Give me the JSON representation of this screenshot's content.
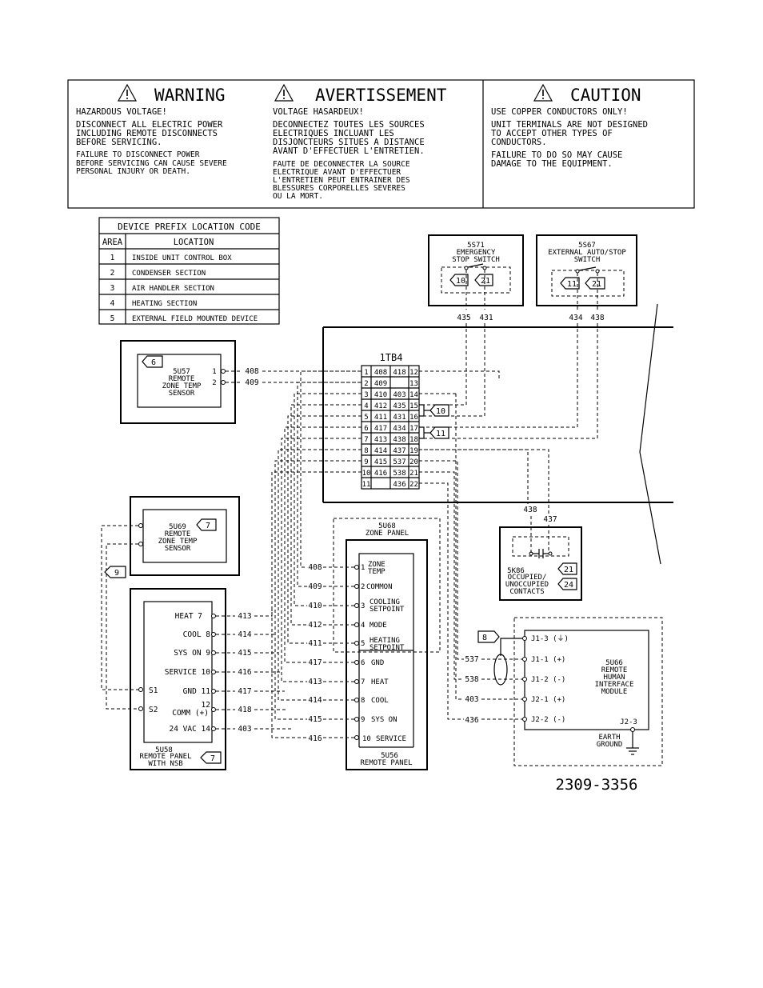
{
  "warning": {
    "title": "WARNING",
    "lines": [
      "HAZARDOUS VOLTAGE!",
      "DISCONNECT ALL ELECTRIC POWER",
      "INCLUDING REMOTE DISCONNECTS",
      "BEFORE SERVICING.",
      "FAILURE TO DISCONNECT POWER",
      "BEFORE SERVICING CAN CAUSE SEVERE",
      "PERSONAL INJURY OR DEATH."
    ]
  },
  "avertissement": {
    "title": "AVERTISSEMENT",
    "lines": [
      "VOLTAGE HASARDEUX!",
      "DECONNECTEZ TOUTES LES SOURCES",
      "ELECTRIQUES INCLUANT LES",
      "DISJONCTEURS SITUES A DISTANCE",
      "AVANT D'EFFECTUER L'ENTRETIEN.",
      "FAUTE DE DECONNECTER LA SOURCE",
      "ELECTRIQUE AVANT D'EFFECTUER",
      "L'ENTRETIEN PEUT ENTRAINER DES",
      "BLESSURES CORPORELLES SEVERES",
      "OU LA MORT."
    ]
  },
  "caution": {
    "title": "CAUTION",
    "lines": [
      "USE COPPER CONDUCTORS ONLY!",
      "UNIT TERMINALS ARE NOT DESIGNED",
      "TO ACCEPT OTHER TYPES OF",
      "CONDUCTORS.",
      "FAILURE TO DO SO MAY CAUSE",
      "DAMAGE TO THE EQUIPMENT."
    ]
  },
  "prefix_table": {
    "title": "DEVICE PREFIX LOCATION CODE",
    "col_area": "AREA",
    "col_location": "LOCATION",
    "rows": [
      {
        "area": "1",
        "location": "INSIDE UNIT CONTROL BOX"
      },
      {
        "area": "2",
        "location": "CONDENSER SECTION"
      },
      {
        "area": "3",
        "location": "AIR HANDLER SECTION"
      },
      {
        "area": "4",
        "location": "HEATING SECTION"
      },
      {
        "area": "5",
        "location": "EXTERNAL FIELD MOUNTED DEVICE"
      }
    ]
  },
  "s71": {
    "id": "5S71",
    "name1": "EMERGENCY",
    "name2": "STOP SWITCH",
    "tag_a": "10",
    "tag_b": "21",
    "w1": "435",
    "w2": "431"
  },
  "s67": {
    "id": "5S67",
    "name1": "EXTERNAL AUTO/STOP",
    "name2": "SWITCH",
    "tag_a": "11",
    "tag_b": "21",
    "w1": "434",
    "w2": "438"
  },
  "tb4": {
    "label": "1TB4",
    "rows": [
      {
        "l": "1",
        "a": "408",
        "b": "418",
        "r": "12"
      },
      {
        "l": "2",
        "a": "409",
        "b": "",
        "r": "13"
      },
      {
        "l": "3",
        "a": "410",
        "b": "403",
        "r": "14"
      },
      {
        "l": "4",
        "a": "412",
        "b": "435",
        "r": "15"
      },
      {
        "l": "5",
        "a": "411",
        "b": "431",
        "r": "16"
      },
      {
        "l": "6",
        "a": "417",
        "b": "434",
        "r": "17"
      },
      {
        "l": "7",
        "a": "413",
        "b": "438",
        "r": "18"
      },
      {
        "l": "8",
        "a": "414",
        "b": "437",
        "r": "19"
      },
      {
        "l": "9",
        "a": "415",
        "b": "537",
        "r": "20"
      },
      {
        "l": "10",
        "a": "416",
        "b": "538",
        "r": "21"
      },
      {
        "l": "11",
        "a": "",
        "b": "436",
        "r": "22"
      }
    ],
    "tag1": "10",
    "tag2": "11"
  },
  "u57": {
    "tag": "6",
    "id": "5U57",
    "name1": "REMOTE",
    "name2": "ZONE TEMP",
    "name3": "SENSOR",
    "t1": "1",
    "t2": "2",
    "w1": "408",
    "w2": "409"
  },
  "u69": {
    "tag": "7",
    "id": "5U69",
    "name1": "REMOTE",
    "name2": "ZONE TEMP",
    "name3": "SENSOR",
    "side_tag": "9"
  },
  "u58": {
    "terminals": [
      {
        "label": "HEAT 7",
        "wire": "413"
      },
      {
        "label": "COOL 8",
        "wire": "414"
      },
      {
        "label": "SYS ON 9",
        "wire": "415"
      },
      {
        "label": "SERVICE 10",
        "wire": "416"
      },
      {
        "label": "GND 11",
        "wire": "417"
      },
      {
        "label": "COMM (+)",
        "wire": "418"
      },
      {
        "label": "24 VAC 14",
        "wire": "403"
      }
    ],
    "comm_num": "12",
    "s1": "S1",
    "s2": "S2",
    "id": "5U58",
    "name1": "REMOTE PANEL",
    "name2": "WITH NSB",
    "tag": "7"
  },
  "u68": {
    "id": "5U68",
    "name": "ZONE PANEL",
    "terminals": [
      {
        "num": "1",
        "l1": "ZONE",
        "l2": "TEMP",
        "wire": "408"
      },
      {
        "num": "2",
        "l1": "COMMON",
        "l2": "",
        "wire": "409"
      },
      {
        "num": "3",
        "l1": "COOLING",
        "l2": "SETPOINT",
        "wire": "410"
      },
      {
        "num": "4",
        "l1": "MODE",
        "l2": "",
        "wire": "412"
      },
      {
        "num": "5",
        "l1": "HEATING",
        "l2": "SETPOINT",
        "wire": "411"
      }
    ]
  },
  "u56": {
    "id": "5U56",
    "name": "REMOTE PANEL",
    "terminals": [
      {
        "num": "6",
        "label": "GND",
        "wire": "417"
      },
      {
        "num": "7",
        "label": "HEAT",
        "wire": "413"
      },
      {
        "num": "8",
        "label": "COOL",
        "wire": "414"
      },
      {
        "num": "9",
        "label": "SYS ON",
        "wire": "415"
      },
      {
        "num": "10",
        "label": "SERVICE",
        "wire": "416"
      }
    ]
  },
  "k86": {
    "id": "5K86",
    "name1": "OCCUPIED/",
    "name2": "UNOCCUPIED",
    "name3": "CONTACTS",
    "tag_a": "21",
    "tag_b": "24",
    "w1": "438",
    "w2": "437"
  },
  "u66": {
    "tag": "8",
    "id": "5U66",
    "name1": "REMOTE",
    "name2": "HUMAN",
    "name3": "INTERFACE",
    "name4": "MODULE",
    "terminals": [
      {
        "label": "J1-3 (⏚)",
        "wire": ""
      },
      {
        "label": "J1-1 (+)",
        "wire": "537"
      },
      {
        "label": "J1-2 (-)",
        "wire": "538"
      },
      {
        "label": "J2-1 (+)",
        "wire": "403"
      },
      {
        "label": "J2-2 (-)",
        "wire": "436"
      }
    ],
    "j23": "J2-3",
    "earth1": "EARTH",
    "earth2": "GROUND"
  },
  "drawing_number": "2309-3356"
}
